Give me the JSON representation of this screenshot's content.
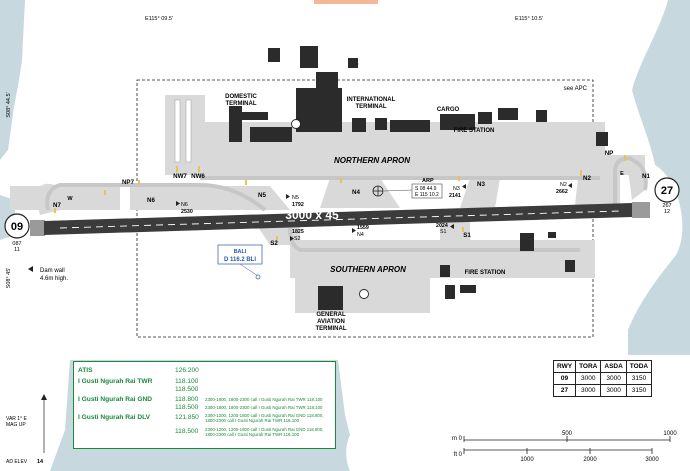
{
  "coords": {
    "lon_west": "E115° 09.5'",
    "lon_east": "E115° 10.5'",
    "lat_north": "S08° 44.5'",
    "lat_south": "S08° 45'"
  },
  "see_apc": "see APC",
  "runway": {
    "label": "3000 x 45",
    "end_west": "09",
    "end_east": "27",
    "west_bearing": "087",
    "west_sub": "11",
    "east_bearing": "267",
    "east_sub": "12",
    "colors": {
      "runway": "#3b3b3b",
      "sea": "#c7d9df",
      "pavement": "#d9d9d9",
      "building": "#2b2b2b"
    }
  },
  "buildings": {
    "domestic": [
      "DOMESTIC",
      "TERMINAL"
    ],
    "international": [
      "INTERNATIONAL",
      "TERMINAL"
    ],
    "cargo": "CARGO",
    "fire_north": "FIRE STATION",
    "fire_south": "FIRE STATION",
    "general": [
      "GENERAL",
      "AVIATION",
      "TERMINAL"
    ]
  },
  "aprons": {
    "north": "NORTHERN APRON",
    "south": "SOUTHERN APRON"
  },
  "taxiways": {
    "N7": "N7",
    "W": "W",
    "N6": "N6",
    "NP7": "NP7",
    "NW7": "NW7",
    "NW6": "NW6",
    "N5": "N5",
    "N4": "N4",
    "N3": "N3",
    "N2": "N2",
    "N1": "N1",
    "NP": "NP",
    "E": "E",
    "S2": "S2",
    "S1": "S1"
  },
  "distances": {
    "n6": "N6",
    "n6_dist": "2530",
    "n5": "N5",
    "n5_dist": "1792",
    "s2": "S2",
    "s2_dist": "1825",
    "n4": "N4",
    "n4_dist": "1559",
    "n3": "N3",
    "n3_dist": "2141",
    "n2": "N2",
    "n2_dist": "2662",
    "s1": "S1",
    "s1_dist": "2024"
  },
  "arp": {
    "label": "ARP",
    "lat": "S 08 44.9",
    "lon": "E 115 10.2"
  },
  "navaid": {
    "name": "BALI",
    "freq": "D 116.2 BLI"
  },
  "dam_wall": [
    "Dam wall",
    "4.6m high."
  ],
  "var": [
    "VAR 1° E",
    "MAG UP"
  ],
  "elev": {
    "label": "AD ELEV",
    "value": "14"
  },
  "frequencies": [
    {
      "name": "ATIS",
      "freqs": [
        "126.200"
      ],
      "notes": []
    },
    {
      "name": "I Gusti Ngurah Rai TWR",
      "freqs": [
        "118.100",
        "118.500"
      ],
      "notes": []
    },
    {
      "name": "I Gusti Ngurah Rai GND",
      "freqs": [
        "118.800",
        "118.500"
      ],
      "notes": [
        "2300-1800, 1800-2300 call I Gusti Ngurah Rai TWR 118.100",
        "2300-1800, 1800-2300 call I Gusti Ngurah Rai TWR 118.100"
      ]
    },
    {
      "name": "I Gusti Ngurah Rai DLV",
      "freqs": [
        "121.850",
        "118.500"
      ],
      "notes": [
        "2300-1200, 1200-1800 call I Gusti Ngurah Rai GND 118.800,",
        "1800-2300 call I Gusti Ngurah Rai TWR 118.100",
        "2300-1200, 1200-1800 call I Gusti Ngurah Rai GND 118.800,",
        "1800-2300 call I Gusti Ngurah Rai TWR 118.100"
      ]
    }
  ],
  "runway_table": {
    "headers": [
      "RWY",
      "TORA",
      "ASDA",
      "TODA"
    ],
    "rows": [
      [
        "09",
        "3000",
        "3000",
        "3150"
      ],
      [
        "27",
        "3000",
        "3000",
        "3150"
      ]
    ]
  },
  "scale": {
    "m_label": "m 0",
    "m_ticks": [
      "500",
      "1000"
    ],
    "ft_label": "ft 0",
    "ft_ticks": [
      "1000",
      "2000",
      "3000"
    ]
  }
}
